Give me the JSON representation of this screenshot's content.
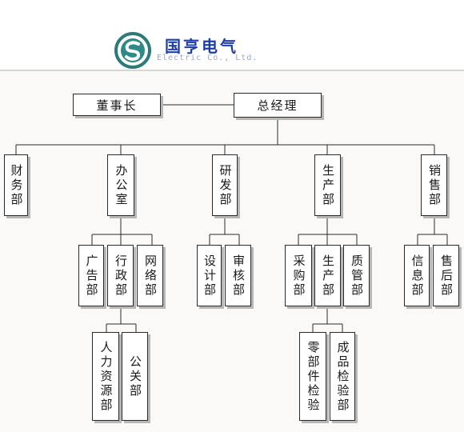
{
  "header": {
    "company_name": "国亨电气",
    "company_en": "Electric Co., Ltd."
  },
  "colors": {
    "company_name": "#1f3fa8",
    "logo_ring": "#2d7a7a",
    "line": "#2a2a2a"
  },
  "org": {
    "chairman": "董事长",
    "general_manager": "总经理",
    "departments": {
      "finance": "财务部",
      "office": "办公室",
      "rnd": "研发部",
      "production": "生产部",
      "sales": "销售部"
    },
    "office_units": {
      "advertising": "广告部",
      "administration": "行政部",
      "network": "网络部",
      "hr": "人力资源部",
      "public_relations": "公关部"
    },
    "rnd_units": {
      "design": "设计部",
      "review": "审核部"
    },
    "production_units": {
      "purchasing": "采购部",
      "production": "生产部",
      "quality": "质管部",
      "parts_inspection": "零部件检验",
      "product_inspection": "成品检验部"
    },
    "sales_units": {
      "information": "信息部",
      "after_sales": "售后部"
    }
  }
}
